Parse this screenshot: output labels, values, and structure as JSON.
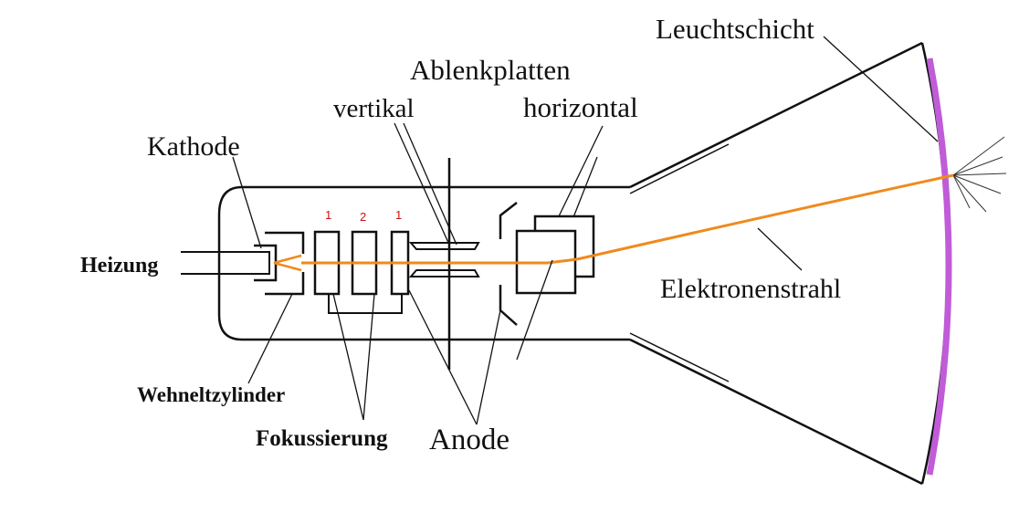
{
  "labels": {
    "leuchtschicht": "Leuchtschicht",
    "ablenkplatten": "Ablenkplatten",
    "vertikal": "vertikal",
    "horizontal": "horizontal",
    "kathode": "Kathode",
    "heizung": "Heizung",
    "elektronenstrahl": "Elektronenstrahl",
    "wehneltzylinder": "Wehneltzylinder",
    "fokussierung": "Fokussierung",
    "anode": "Anode"
  },
  "electrode_numbers": [
    "1",
    "2",
    "1"
  ],
  "colors": {
    "beam": "#f08a1c",
    "screen": "#c05cd8",
    "numbers": "#cc1111",
    "lines": "#111111"
  }
}
